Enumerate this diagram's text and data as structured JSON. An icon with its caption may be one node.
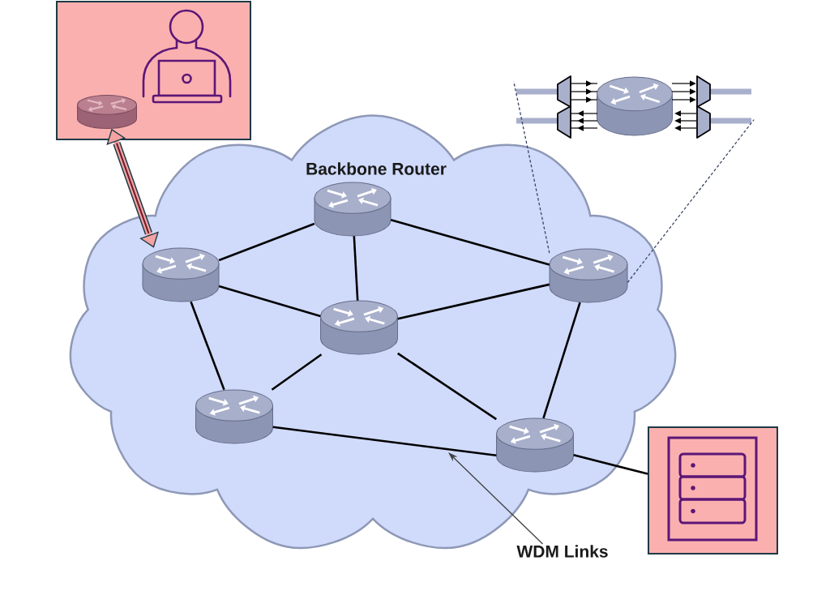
{
  "diagram": {
    "nodes": [
      {
        "text": [],
        "shape": "box"
      },
      {
        "text": [],
        "shape": "cylinder",
        "in": 0
      },
      {
        "text": [],
        "shape": "picture"
      },
      {
        "text": [],
        "shape": "cloud"
      },
      {
        "text": [],
        "shape": "cylinder",
        "in": 3,
        "beside": [
          "Backbone Router"
        ]
      },
      {
        "text": [],
        "shape": "cylinder",
        "in": 3
      },
      {
        "text": [],
        "shape": "cylinder",
        "in": 3
      },
      {
        "text": [],
        "shape": "cylinder",
        "in": 3
      },
      {
        "text": [],
        "shape": "cylinder",
        "in": 3
      },
      {
        "text": [],
        "shape": "cylinder",
        "in": 3
      },
      {
        "text": [],
        "shape": "box"
      },
      {
        "text": [
          "WDM Links"
        ]
      }
    ],
    "edges": [
      {
        "from": 1,
        "to": 5,
        "arrow": "both",
        "style": "thick",
        "color": "#f4a3a3"
      },
      {
        "from": 4,
        "to": 5,
        "arrow": "none"
      },
      {
        "from": 4,
        "to": 6,
        "arrow": "none"
      },
      {
        "from": 4,
        "to": 7,
        "arrow": "none"
      },
      {
        "from": 5,
        "to": 7,
        "arrow": "none"
      },
      {
        "from": 5,
        "to": 8,
        "arrow": "none"
      },
      {
        "from": 6,
        "to": 7,
        "arrow": "none"
      },
      {
        "from": 6,
        "to": 9,
        "arrow": "none"
      },
      {
        "from": 7,
        "to": 8,
        "arrow": "none"
      },
      {
        "from": 7,
        "to": 9,
        "arrow": "none"
      },
      {
        "from": 8,
        "to": 9,
        "arrow": "none"
      },
      {
        "from": 9,
        "to": 10,
        "arrow": "none"
      },
      {
        "from": 6,
        "to": 2,
        "arrow": "none",
        "style": "dashed",
        "color": "#3b4566"
      },
      {
        "from": 6,
        "to": 2,
        "arrow": "none",
        "style": "dashed",
        "color": "#3b4566"
      },
      {
        "from": 11,
        "to": null,
        "arrow": "to",
        "color": "#404040"
      }
    ]
  }
}
